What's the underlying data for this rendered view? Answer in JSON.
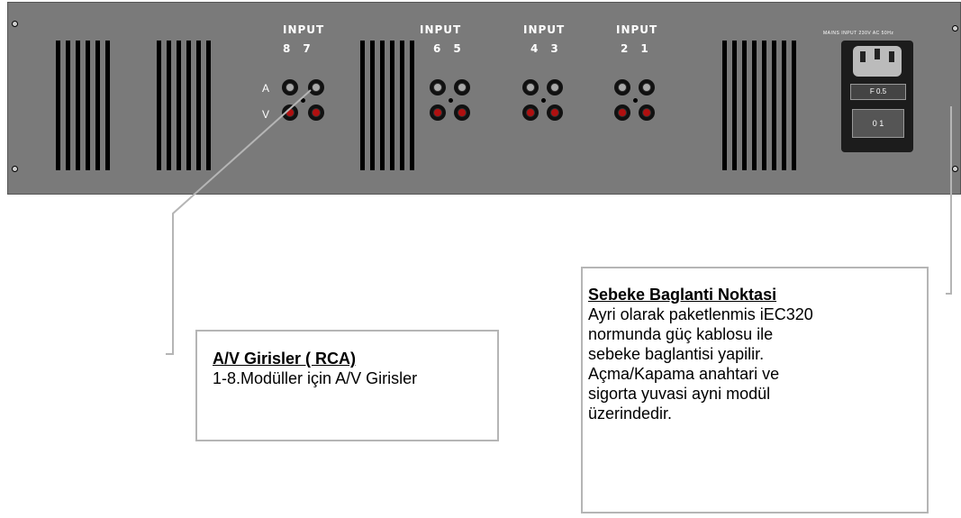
{
  "panel": {
    "input_label": "INPUT",
    "groups": [
      {
        "label": "INPUT",
        "channels": [
          "8",
          "7"
        ]
      },
      {
        "label": "INPUT",
        "channels": [
          "6",
          "5"
        ]
      },
      {
        "label": "INPUT",
        "channels": [
          "4",
          "3"
        ]
      },
      {
        "label": "INPUT",
        "channels": [
          "2",
          "1"
        ]
      }
    ],
    "audio_label": "A",
    "video_label": "V",
    "mains_label": "MAINS INPUT 230V AC 50Hz",
    "fuse_label": "F  0.5",
    "switch_label": "0  1"
  },
  "callouts": {
    "av": {
      "title": "A/V Girisler ( RCA)",
      "body": "1-8.Modüller için A/V Girisler"
    },
    "mains": {
      "title": "Sebeke Baglanti Noktasi",
      "lines": [
        "Ayri olarak paketlenmis iEC320",
        "normunda güç kablosu ile",
        "sebeke baglantisi yapilir.",
        "Açma/Kapama anahtari ve",
        "sigorta yuvasi ayni modül",
        "üzerindedir."
      ]
    }
  }
}
